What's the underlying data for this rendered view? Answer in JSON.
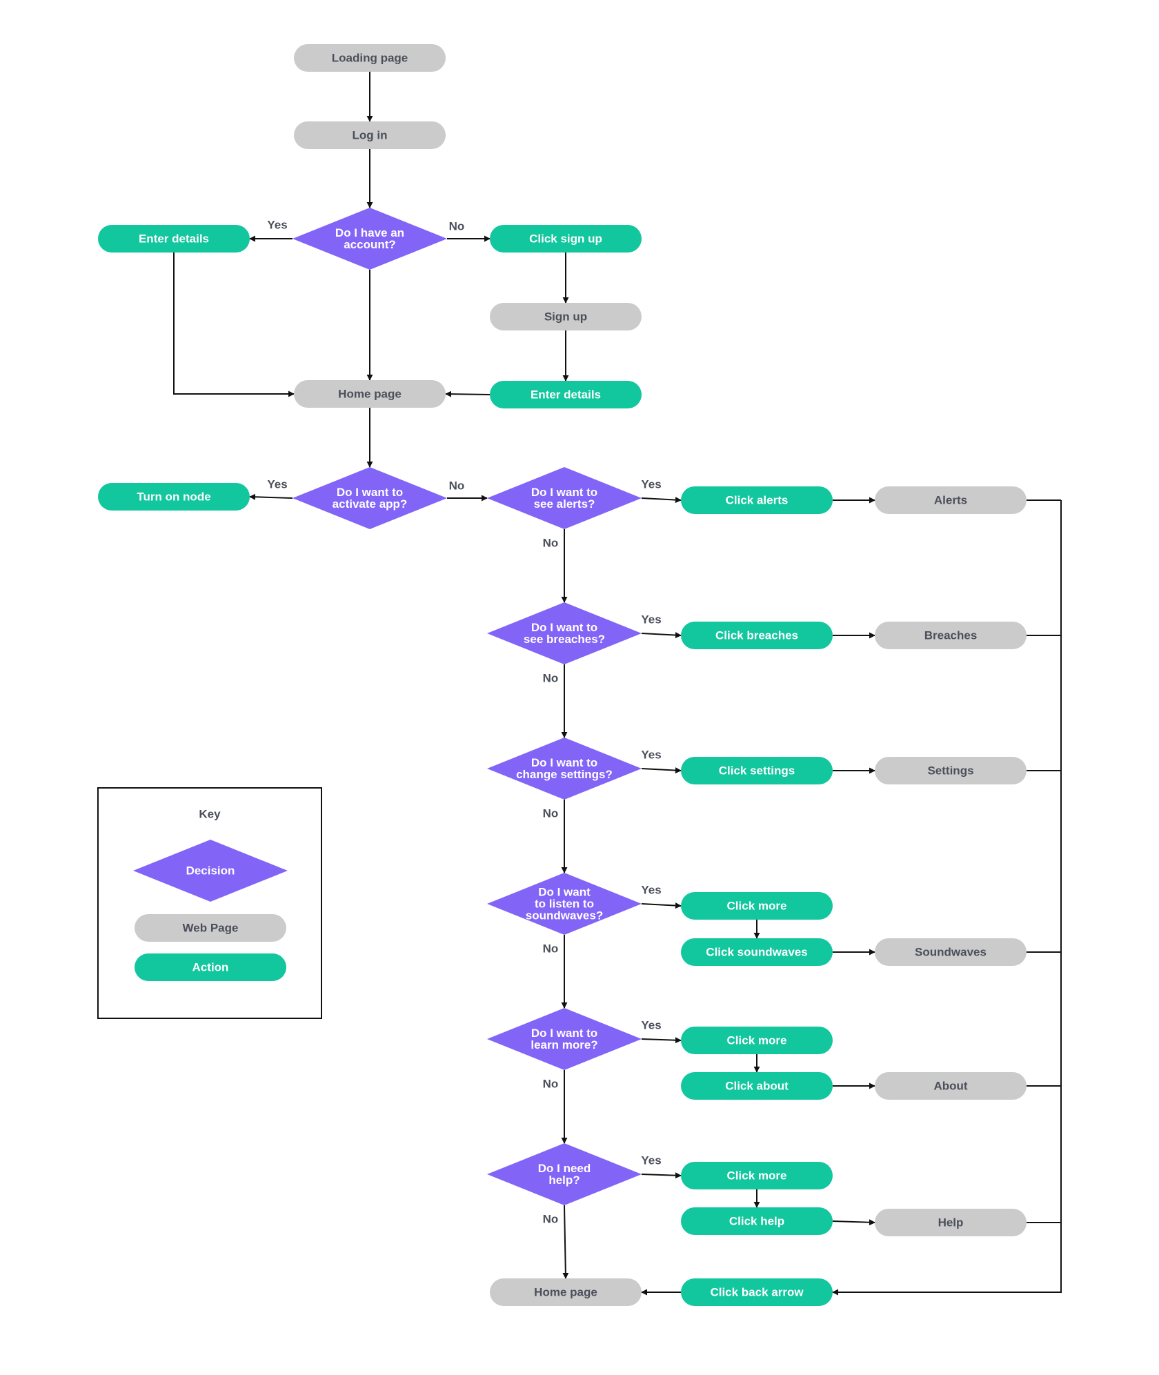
{
  "colors": {
    "decision": "#8264f7",
    "web_page": "#cbcbcb",
    "action": "#12c69e",
    "web_page_text": "#4a4f5a",
    "light_text": "#ffffff",
    "line": "#111111"
  },
  "nodes": [
    {
      "id": "loading",
      "type": "page",
      "lines": [
        "Loading page"
      ]
    },
    {
      "id": "login",
      "type": "page",
      "lines": [
        "Log in"
      ]
    },
    {
      "id": "q_account",
      "type": "decision",
      "lines": [
        "Do I have an",
        "account?"
      ]
    },
    {
      "id": "enter_details_1",
      "type": "action",
      "lines": [
        "Enter details"
      ]
    },
    {
      "id": "click_signup",
      "type": "action",
      "lines": [
        "Click sign up"
      ]
    },
    {
      "id": "signup",
      "type": "page",
      "lines": [
        "Sign up"
      ]
    },
    {
      "id": "enter_details_2",
      "type": "action",
      "lines": [
        "Enter details"
      ]
    },
    {
      "id": "home1",
      "type": "page",
      "lines": [
        "Home page"
      ]
    },
    {
      "id": "q_activate",
      "type": "decision",
      "lines": [
        "Do I want to",
        "activate app?"
      ]
    },
    {
      "id": "turn_on_node",
      "type": "action",
      "lines": [
        "Turn on node"
      ]
    },
    {
      "id": "q_alerts",
      "type": "decision",
      "lines": [
        "Do I want to",
        "see alerts?"
      ]
    },
    {
      "id": "click_alerts",
      "type": "action",
      "lines": [
        "Click alerts"
      ]
    },
    {
      "id": "alerts",
      "type": "page",
      "lines": [
        "Alerts"
      ]
    },
    {
      "id": "q_breaches",
      "type": "decision",
      "lines": [
        "Do I want to",
        "see breaches?"
      ]
    },
    {
      "id": "click_breaches",
      "type": "action",
      "lines": [
        "Click breaches"
      ]
    },
    {
      "id": "breaches",
      "type": "page",
      "lines": [
        "Breaches"
      ]
    },
    {
      "id": "q_settings",
      "type": "decision",
      "lines": [
        "Do I want to",
        "change settings?"
      ]
    },
    {
      "id": "click_settings",
      "type": "action",
      "lines": [
        "Click settings"
      ]
    },
    {
      "id": "settings",
      "type": "page",
      "lines": [
        "Settings"
      ]
    },
    {
      "id": "q_soundwaves",
      "type": "decision",
      "lines": [
        "Do I want",
        "to listen to",
        "soundwaves?"
      ]
    },
    {
      "id": "click_more_1",
      "type": "action",
      "lines": [
        "Click more"
      ]
    },
    {
      "id": "click_soundwaves",
      "type": "action",
      "lines": [
        "Click soundwaves"
      ]
    },
    {
      "id": "soundwaves",
      "type": "page",
      "lines": [
        "Soundwaves"
      ]
    },
    {
      "id": "q_learn",
      "type": "decision",
      "lines": [
        "Do I want to",
        "learn more?"
      ]
    },
    {
      "id": "click_more_2",
      "type": "action",
      "lines": [
        "Click more"
      ]
    },
    {
      "id": "click_about",
      "type": "action",
      "lines": [
        "Click about"
      ]
    },
    {
      "id": "about",
      "type": "page",
      "lines": [
        "About"
      ]
    },
    {
      "id": "q_help",
      "type": "decision",
      "lines": [
        "Do I need",
        "help?"
      ]
    },
    {
      "id": "click_more_3",
      "type": "action",
      "lines": [
        "Click more"
      ]
    },
    {
      "id": "click_help",
      "type": "action",
      "lines": [
        "Click help"
      ]
    },
    {
      "id": "help",
      "type": "page",
      "lines": [
        "Help"
      ]
    },
    {
      "id": "home2",
      "type": "page",
      "lines": [
        "Home page"
      ]
    },
    {
      "id": "click_back",
      "type": "action",
      "lines": [
        "Click back arrow"
      ]
    }
  ],
  "edges": [
    {
      "from": "loading",
      "to": "login",
      "label": ""
    },
    {
      "from": "login",
      "to": "q_account",
      "label": ""
    },
    {
      "from": "q_account",
      "to": "enter_details_1",
      "label": "Yes"
    },
    {
      "from": "q_account",
      "to": "click_signup",
      "label": "No"
    },
    {
      "from": "q_account",
      "to": "home1",
      "label": ""
    },
    {
      "from": "click_signup",
      "to": "signup",
      "label": ""
    },
    {
      "from": "signup",
      "to": "enter_details_2",
      "label": ""
    },
    {
      "from": "enter_details_2",
      "to": "home1",
      "label": ""
    },
    {
      "from": "enter_details_1",
      "to": "home1",
      "label": ""
    },
    {
      "from": "home1",
      "to": "q_activate",
      "label": ""
    },
    {
      "from": "q_activate",
      "to": "turn_on_node",
      "label": "Yes"
    },
    {
      "from": "q_activate",
      "to": "q_alerts",
      "label": "No"
    },
    {
      "from": "q_alerts",
      "to": "click_alerts",
      "label": "Yes"
    },
    {
      "from": "click_alerts",
      "to": "alerts",
      "label": ""
    },
    {
      "from": "q_alerts",
      "to": "q_breaches",
      "label": "No"
    },
    {
      "from": "q_breaches",
      "to": "click_breaches",
      "label": "Yes"
    },
    {
      "from": "click_breaches",
      "to": "breaches",
      "label": ""
    },
    {
      "from": "q_breaches",
      "to": "q_settings",
      "label": "No"
    },
    {
      "from": "q_settings",
      "to": "click_settings",
      "label": "Yes"
    },
    {
      "from": "click_settings",
      "to": "settings",
      "label": ""
    },
    {
      "from": "q_settings",
      "to": "q_soundwaves",
      "label": "No"
    },
    {
      "from": "q_soundwaves",
      "to": "click_more_1",
      "label": "Yes"
    },
    {
      "from": "click_more_1",
      "to": "click_soundwaves",
      "label": ""
    },
    {
      "from": "click_soundwaves",
      "to": "soundwaves",
      "label": ""
    },
    {
      "from": "q_soundwaves",
      "to": "q_learn",
      "label": "No"
    },
    {
      "from": "q_learn",
      "to": "click_more_2",
      "label": "Yes"
    },
    {
      "from": "click_more_2",
      "to": "click_about",
      "label": ""
    },
    {
      "from": "click_about",
      "to": "about",
      "label": ""
    },
    {
      "from": "q_learn",
      "to": "q_help",
      "label": "No"
    },
    {
      "from": "q_help",
      "to": "click_more_3",
      "label": "Yes"
    },
    {
      "from": "click_more_3",
      "to": "click_help",
      "label": ""
    },
    {
      "from": "click_help",
      "to": "help",
      "label": ""
    },
    {
      "from": "q_help",
      "to": "home2",
      "label": "No"
    },
    {
      "from": "alerts",
      "to": "click_back",
      "label": ""
    },
    {
      "from": "breaches",
      "to": "click_back",
      "label": ""
    },
    {
      "from": "settings",
      "to": "click_back",
      "label": ""
    },
    {
      "from": "soundwaves",
      "to": "click_back",
      "label": ""
    },
    {
      "from": "about",
      "to": "click_back",
      "label": ""
    },
    {
      "from": "help",
      "to": "click_back",
      "label": ""
    },
    {
      "from": "click_back",
      "to": "home2",
      "label": ""
    }
  ],
  "key": {
    "title": "Key",
    "items": [
      {
        "type": "decision",
        "label": "Decision"
      },
      {
        "type": "page",
        "label": "Web Page"
      },
      {
        "type": "action",
        "label": "Action"
      }
    ]
  }
}
